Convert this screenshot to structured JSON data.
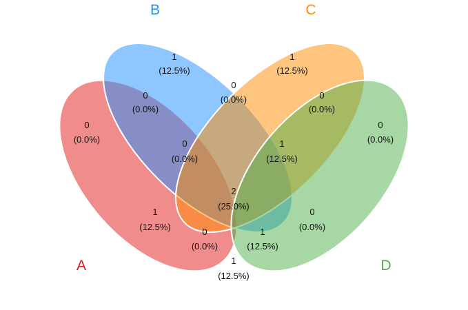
{
  "sets": [
    {
      "key": "A",
      "label": "A",
      "color": "#E41A1C"
    },
    {
      "key": "B",
      "label": "B",
      "color": "#1E90FF"
    },
    {
      "key": "C",
      "label": "C",
      "color": "#FF8C00"
    },
    {
      "key": "D",
      "label": "D",
      "color": "#4DAF4A"
    }
  ],
  "regions": [
    {
      "sets": "A",
      "count": "0",
      "percent": "(0.0%)"
    },
    {
      "sets": "B",
      "count": "1",
      "percent": "(12.5%)"
    },
    {
      "sets": "C",
      "count": "1",
      "percent": "(12.5%)"
    },
    {
      "sets": "D",
      "count": "0",
      "percent": "(0.0%)"
    },
    {
      "sets": "AB",
      "count": "0",
      "percent": "(0.0%)"
    },
    {
      "sets": "BC",
      "count": "0",
      "percent": "(0.0%)"
    },
    {
      "sets": "CD",
      "count": "0",
      "percent": "(0.0%)"
    },
    {
      "sets": "ABC",
      "count": "0",
      "percent": "(0.0%)"
    },
    {
      "sets": "BCD",
      "count": "1",
      "percent": "(12.5%)"
    },
    {
      "sets": "AC",
      "count": "1",
      "percent": "(12.5%)"
    },
    {
      "sets": "ABCD",
      "count": "2",
      "percent": "(25.0%)"
    },
    {
      "sets": "BD",
      "count": "0",
      "percent": "(0.0%)"
    },
    {
      "sets": "ACD",
      "count": "0",
      "percent": "(0.0%)"
    },
    {
      "sets": "ABD",
      "count": "1",
      "percent": "(12.5%)"
    },
    {
      "sets": "AD",
      "count": "1",
      "percent": "(12.5%)"
    }
  ]
}
